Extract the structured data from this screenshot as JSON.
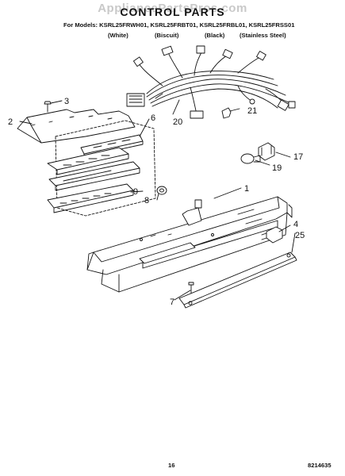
{
  "watermark": "AppliancePartsPros.com",
  "header": {
    "title": "CONTROL PARTS",
    "models_line": "For Models: KSRL25FRWH01, KSRL25FRBT01, KSRL25FRBL01, KSRL25FRSS01",
    "finishes": [
      "(White)",
      "(Biscuit)",
      "(Black)",
      "(Stainless Steel)"
    ]
  },
  "callouts": {
    "c1": "1",
    "c2": "2",
    "c3": "3",
    "c4": "4",
    "c6": "6",
    "c7": "7",
    "c8": "8",
    "c9": "9",
    "c17": "17",
    "c19": "19",
    "c20": "20",
    "c21": "21",
    "c25": "25"
  },
  "footer": {
    "page_number": "16",
    "doc_number": "8214635"
  }
}
